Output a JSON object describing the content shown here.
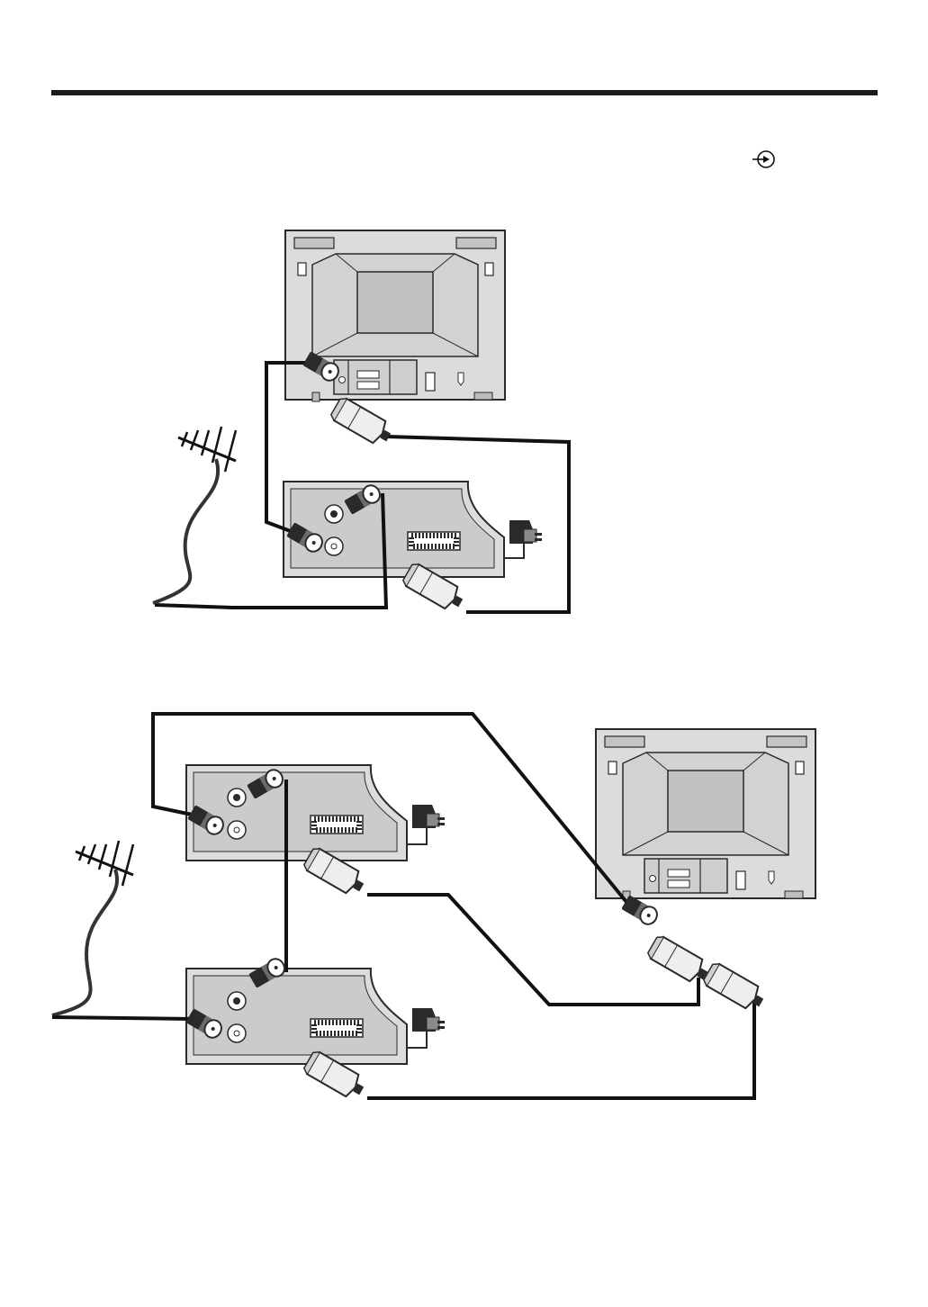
{
  "page": {
    "input_symbol_icon": "av-input-icon"
  },
  "diagrams": [
    {
      "id": "single-vcr-connection",
      "devices": [
        "tv",
        "vcr",
        "aerial",
        "mains-plug",
        "scart-cable",
        "rf-cable"
      ]
    },
    {
      "id": "two-vcr-connection",
      "devices": [
        "tv",
        "vcr-1",
        "vcr-2",
        "aerial",
        "mains-plug",
        "scart-cable",
        "rf-cable"
      ]
    }
  ],
  "colors": {
    "device_body": "#dcdcdc",
    "device_panel": "#c8c8c8",
    "outline": "#2a2a2a",
    "cable": "#111111"
  }
}
